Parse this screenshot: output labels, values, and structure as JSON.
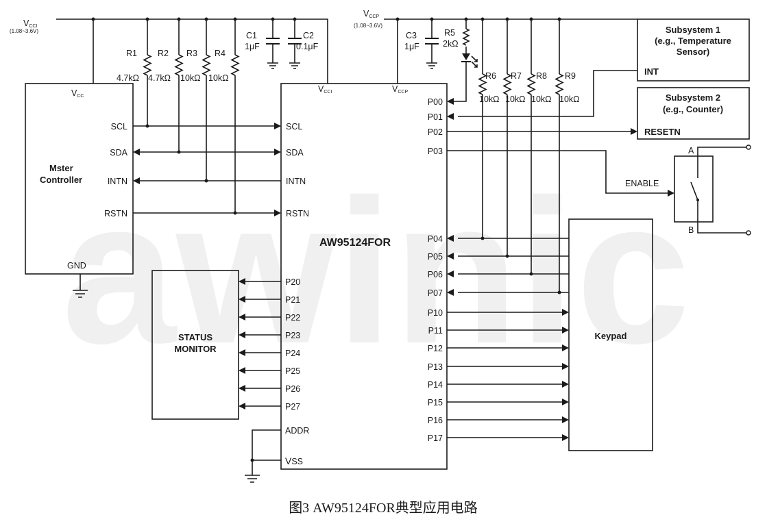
{
  "supplies": {
    "vcci_main": "V",
    "vcci_sub": "CCI",
    "vcci_range": "(1.08~3.6V)",
    "vccp_main": "V",
    "vccp_sub": "CCP",
    "vccp_range": "(1.08~3.6V)"
  },
  "resistors": {
    "r1": "R1",
    "r1_val": "4.7kΩ",
    "r2": "R2",
    "r2_val": "4.7kΩ",
    "r3": "R3",
    "r3_val": "10kΩ",
    "r4": "R4",
    "r4_val": "10kΩ",
    "r5": "R5",
    "r5_val": "2kΩ",
    "r6": "R6",
    "r6_val": "10kΩ",
    "r7": "R7",
    "r7_val": "10kΩ",
    "r8": "R8",
    "r8_val": "10kΩ",
    "r9": "R9",
    "r9_val": "10kΩ"
  },
  "capacitors": {
    "c1": "C1",
    "c1_val": "1μF",
    "c2": "C2",
    "c2_val": "0.1μF",
    "c3": "C3",
    "c3_val": "1μF"
  },
  "master": {
    "vcc": "V",
    "vcc_sub": "CC",
    "name_line1": "Mster",
    "name_line2": "Controller",
    "scl": "SCL",
    "sda": "SDA",
    "intn": "INTN",
    "rstn": "RSTN",
    "gnd": "GND"
  },
  "chip": {
    "name": "AW95124FOR",
    "vcci": "V",
    "vcci_sub": "CCI",
    "vccp": "V",
    "vccp_sub": "CCP",
    "left_pins": [
      "SCL",
      "SDA",
      "INTN",
      "RSTN"
    ],
    "p2_pins": [
      "P20",
      "P21",
      "P22",
      "P23",
      "P24",
      "P25",
      "P26",
      "P27"
    ],
    "addr": "ADDR",
    "vss": "V",
    "vss_sub": "SS",
    "right_pins": [
      "P00",
      "P01",
      "P02",
      "P03",
      "P04",
      "P05",
      "P06",
      "P07",
      "P10",
      "P11",
      "P12",
      "P13",
      "P14",
      "P15",
      "P16",
      "P17"
    ]
  },
  "status_monitor": {
    "line1": "STATUS",
    "line2": "MONITOR"
  },
  "subsystem1": {
    "line1": "Subsystem 1",
    "line2": "(e.g., Temperature",
    "line3": "Sensor)",
    "pin": "INT"
  },
  "subsystem2": {
    "line1": "Subsystem 2",
    "line2": "(e.g., Counter)",
    "pin": "RESETN"
  },
  "switch": {
    "a": "A",
    "b": "B",
    "enable": "ENABLE"
  },
  "keypad": {
    "label": "Keypad"
  },
  "caption": "图3 AW95124FOR典型应用电路",
  "watermark": "awinic"
}
